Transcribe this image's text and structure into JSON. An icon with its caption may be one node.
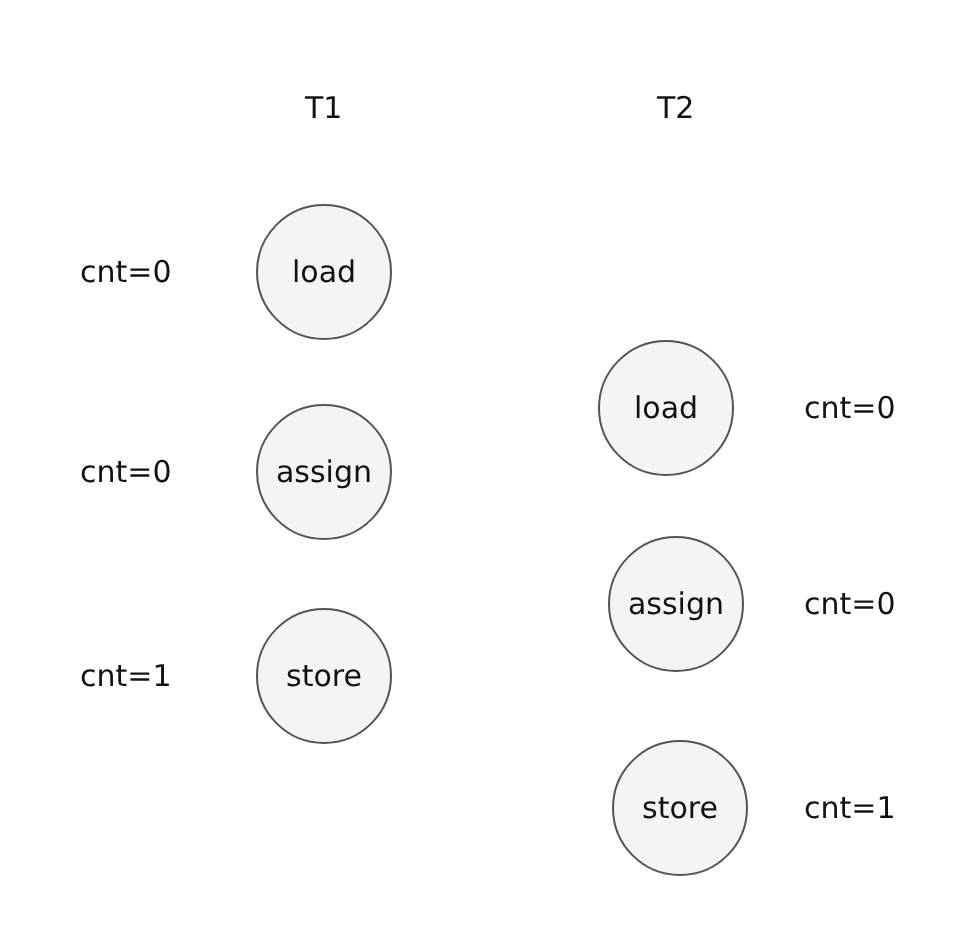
{
  "diagram": {
    "nodes": [
      {
        "text": [
          "load"
        ],
        "beside": [
          "cnt=0"
        ]
      },
      {
        "text": [
          "assign"
        ],
        "beside": [
          "cnt=0"
        ]
      },
      {
        "text": [
          "store"
        ],
        "beside": [
          "cnt=1"
        ]
      },
      {
        "text": [
          "load"
        ],
        "beside": [
          "cnt=0"
        ]
      },
      {
        "text": [
          "assign"
        ],
        "beside": [
          "cnt=0"
        ]
      },
      {
        "text": [
          "store"
        ],
        "beside": [
          "cnt=1"
        ]
      }
    ],
    "edges": [],
    "labels": [
      "T1",
      "T2"
    ]
  }
}
